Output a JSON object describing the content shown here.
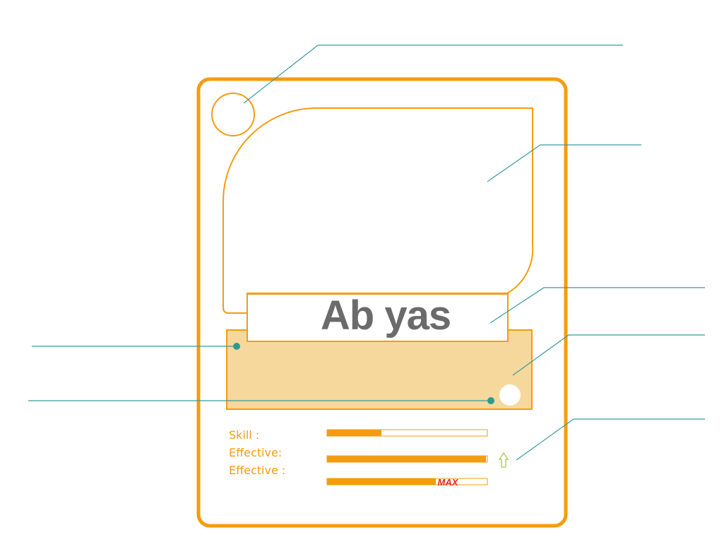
{
  "card": {
    "name": "Ab yas",
    "stats": [
      {
        "label": "Skill :",
        "level": 0.34,
        "max_badge": ""
      },
      {
        "label": "Effective:",
        "level": 0.99,
        "max_badge": ""
      },
      {
        "label": "Effective :",
        "level": 0.68,
        "max_badge": "MAX"
      }
    ],
    "upgrade_icon": "up-arrow-icon"
  },
  "colors": {
    "frame": "#f39c12",
    "description_fill": "#f6d89c",
    "callout_line": "#3a9a9a",
    "callout_dot": "#2e9a8e",
    "max_text": "#e8231a",
    "arrow": "#a6c74a",
    "title_text": "#6b6b6b"
  }
}
